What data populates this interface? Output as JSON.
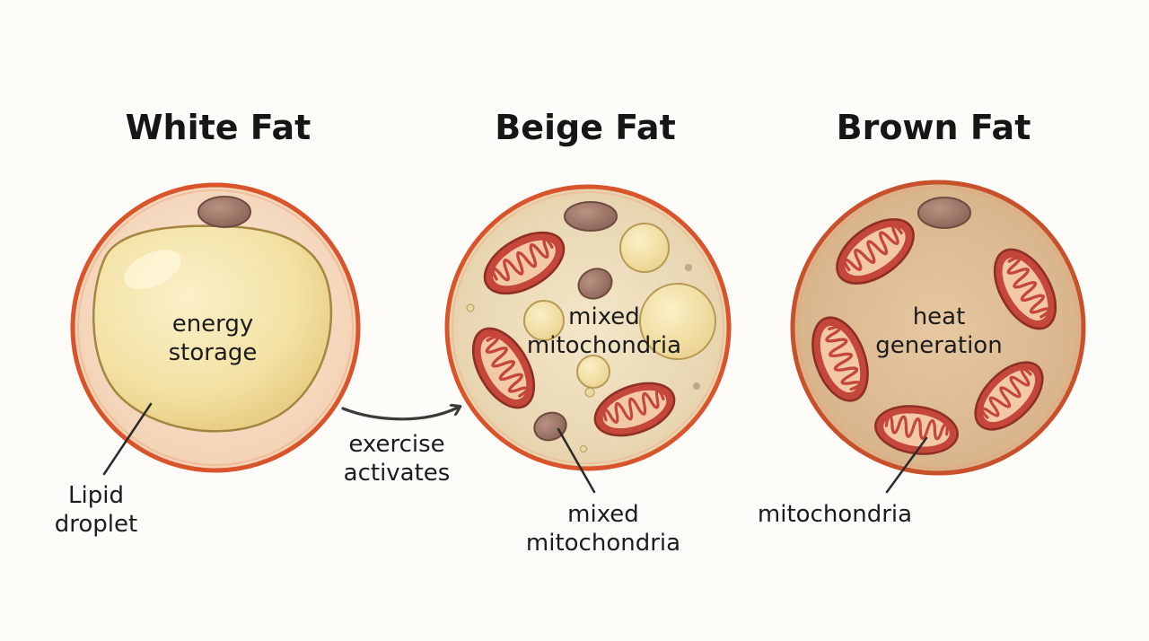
{
  "panels": {
    "white": {
      "title": "White Fat",
      "center_line1": "energy",
      "center_line2": "storage",
      "callout_line1": "Lipid",
      "callout_line2": "droplet"
    },
    "beige": {
      "title": "Beige Fat",
      "center_line1": "mixed",
      "center_line2": "mitochondria",
      "callout_line1": "mixed",
      "callout_line2": "mitochondria"
    },
    "brown": {
      "title": "Brown Fat",
      "center_line1": "heat",
      "center_line2": "generation",
      "callout_line1": "mitochondria"
    }
  },
  "transition": {
    "line1": "exercise",
    "line2": "activates"
  },
  "colors": {
    "cell_rim": "#d9542b",
    "white_cytoplasm": "#f6dcc4",
    "lipid_droplet": "#f3e2a4",
    "beige_cytoplasm": "#efdfbd",
    "brown_cytoplasm": "#dcb990",
    "mitochondria_outer": "#c5473a",
    "mitochondria_inner": "#f2c8a6",
    "nucleus": "#9d7566",
    "text": "#1c1c1c"
  }
}
